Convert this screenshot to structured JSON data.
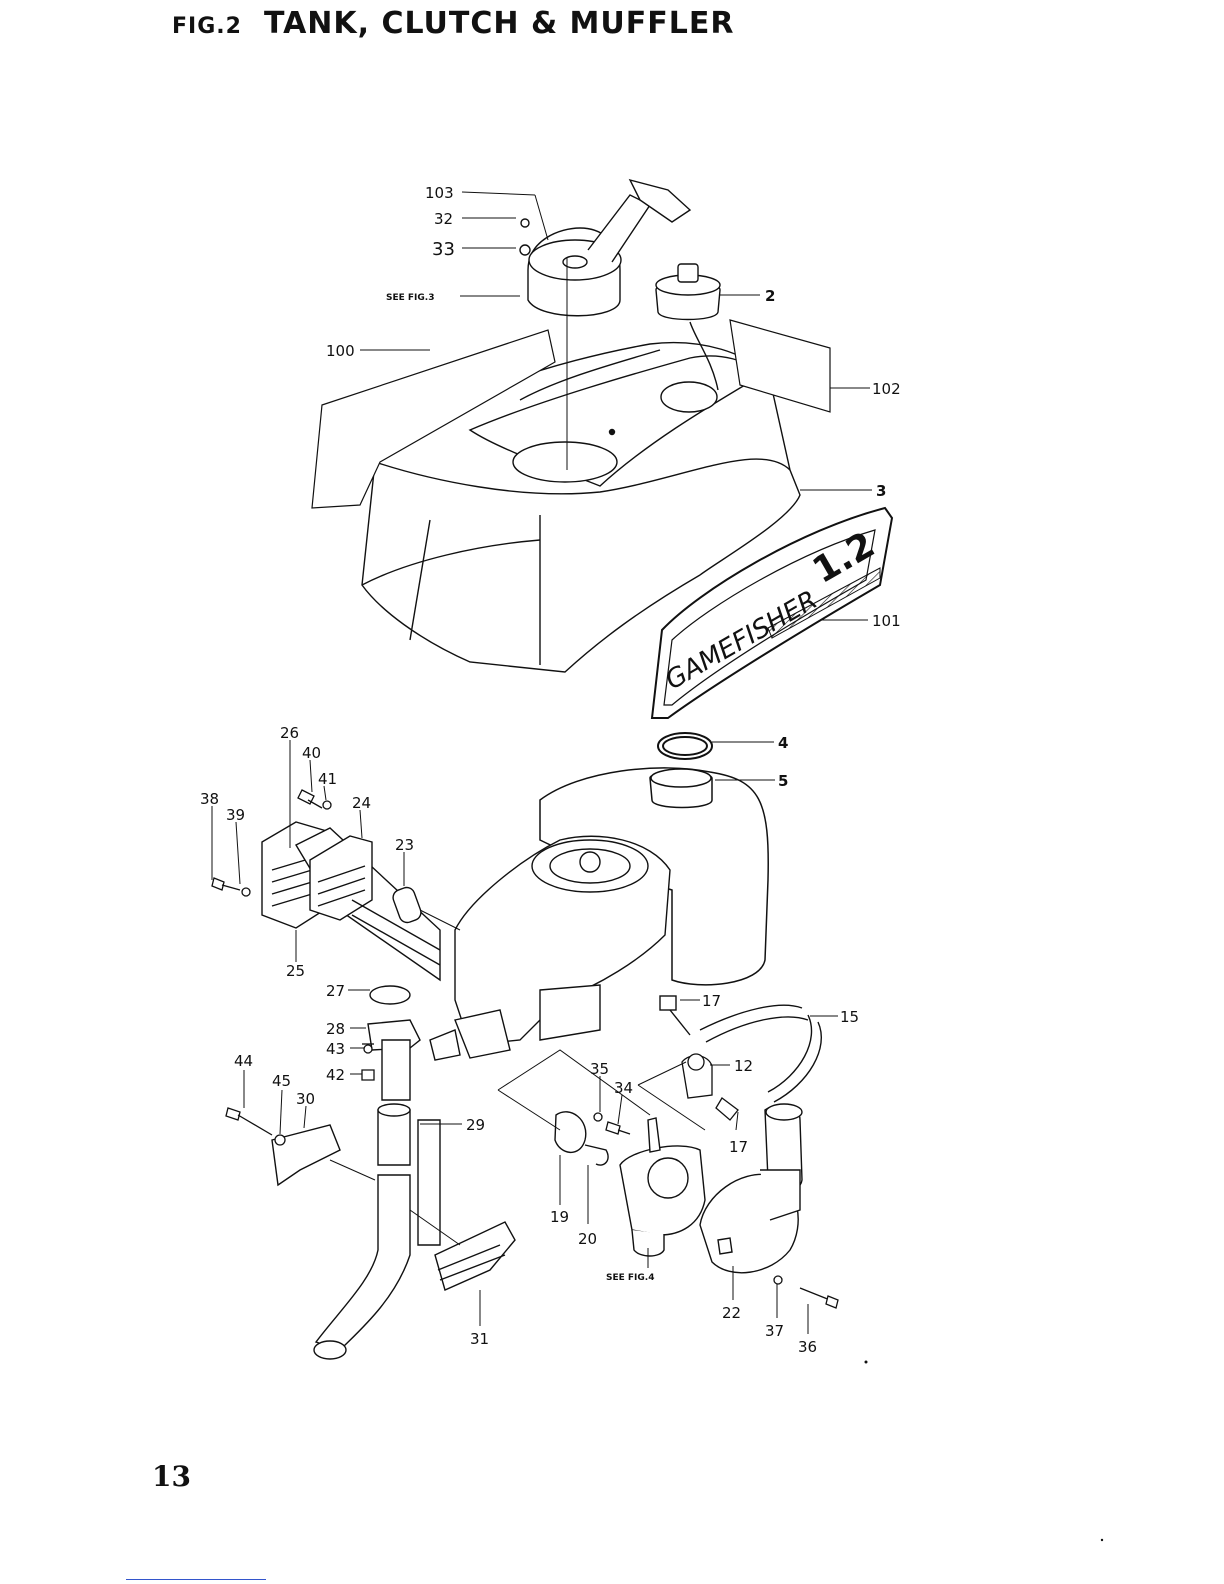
{
  "figure": {
    "number_label": "FIG.2",
    "title": "TANK, CLUTCH & MUFFLER"
  },
  "cover_decal": {
    "brand_text": "GAMEFISHER",
    "model_text": "1.2"
  },
  "notes": {
    "see_fig_3": "SEE FIG.3",
    "see_fig_4": "SEE FIG.4"
  },
  "callouts": [
    "103",
    "32",
    "33",
    "2",
    "100",
    "102",
    "3",
    "101",
    "4",
    "5",
    "26",
    "40",
    "41",
    "38",
    "39",
    "24",
    "23",
    "25",
    "27",
    "28",
    "43",
    "42",
    "17",
    "15",
    "12",
    "35",
    "34",
    "44",
    "45",
    "30",
    "29",
    "17",
    "19",
    "20",
    "22",
    "37",
    "36",
    "31"
  ],
  "page": {
    "number": "13"
  },
  "colors": {
    "ink": "#111111",
    "paper": "#ffffff",
    "footer_rule": "#3355cc"
  }
}
